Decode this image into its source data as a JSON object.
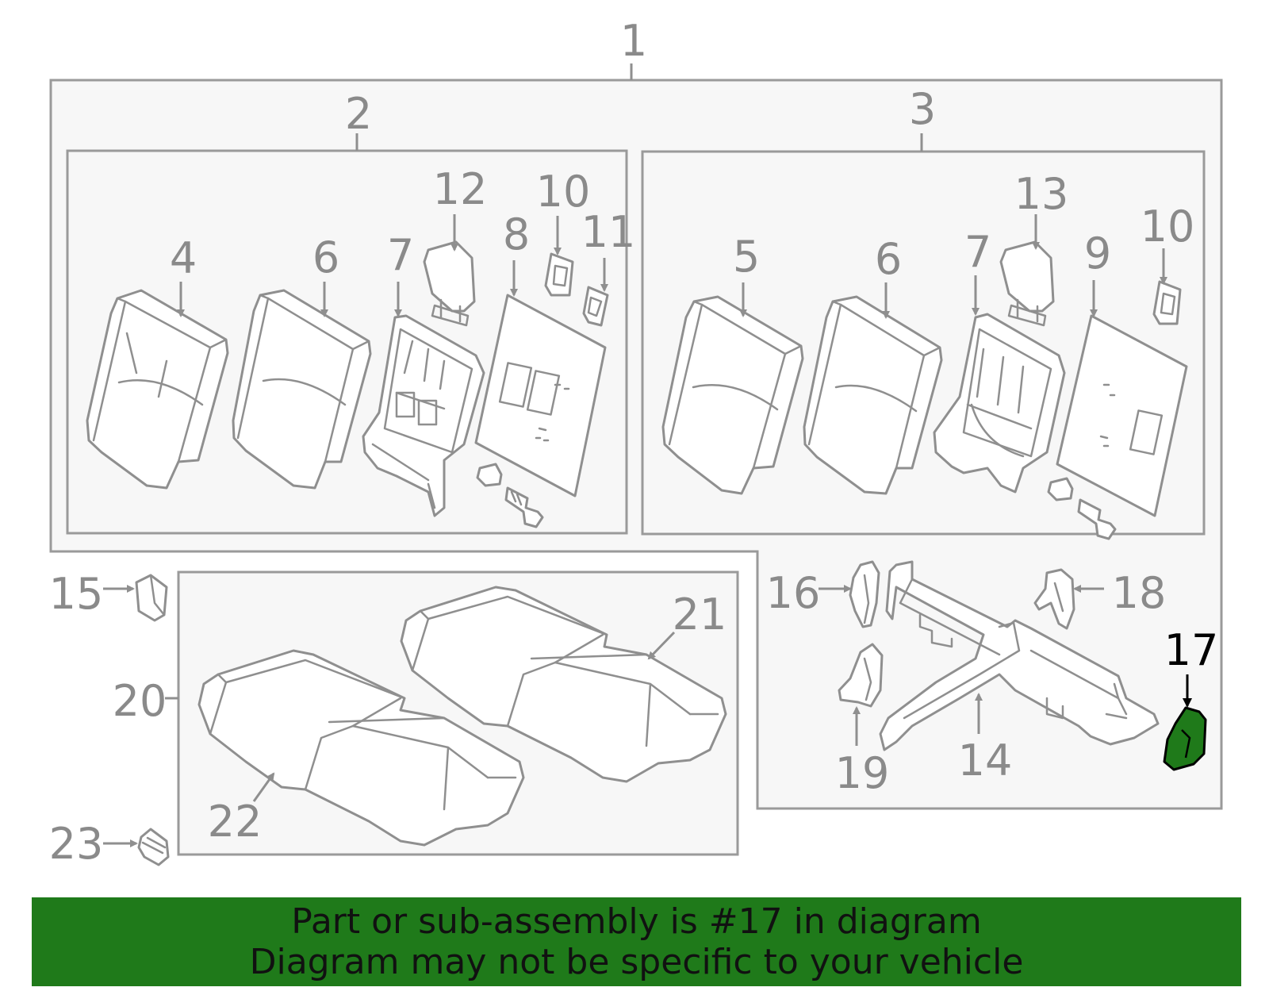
{
  "diagram": {
    "labels": {
      "n1": "1",
      "n2": "2",
      "n3": "3",
      "n4": "4",
      "n5": "5",
      "n6a": "6",
      "n6b": "6",
      "n7a": "7",
      "n7b": "7",
      "n8": "8",
      "n9": "9",
      "n10a": "10",
      "n10b": "10",
      "n11": "11",
      "n12": "12",
      "n13": "13",
      "n14": "14",
      "n15": "15",
      "n16": "16",
      "n17": "17",
      "n18": "18",
      "n19": "19",
      "n20": "20",
      "n21": "21",
      "n22": "22",
      "n23": "23"
    },
    "highlighted_part": "17",
    "highlight_color": "#1f7a1a"
  },
  "banner": {
    "line1": "Part or sub-assembly is #17 in diagram",
    "line2": "Diagram may not be specific to your vehicle",
    "background": "#1f7a1a"
  }
}
